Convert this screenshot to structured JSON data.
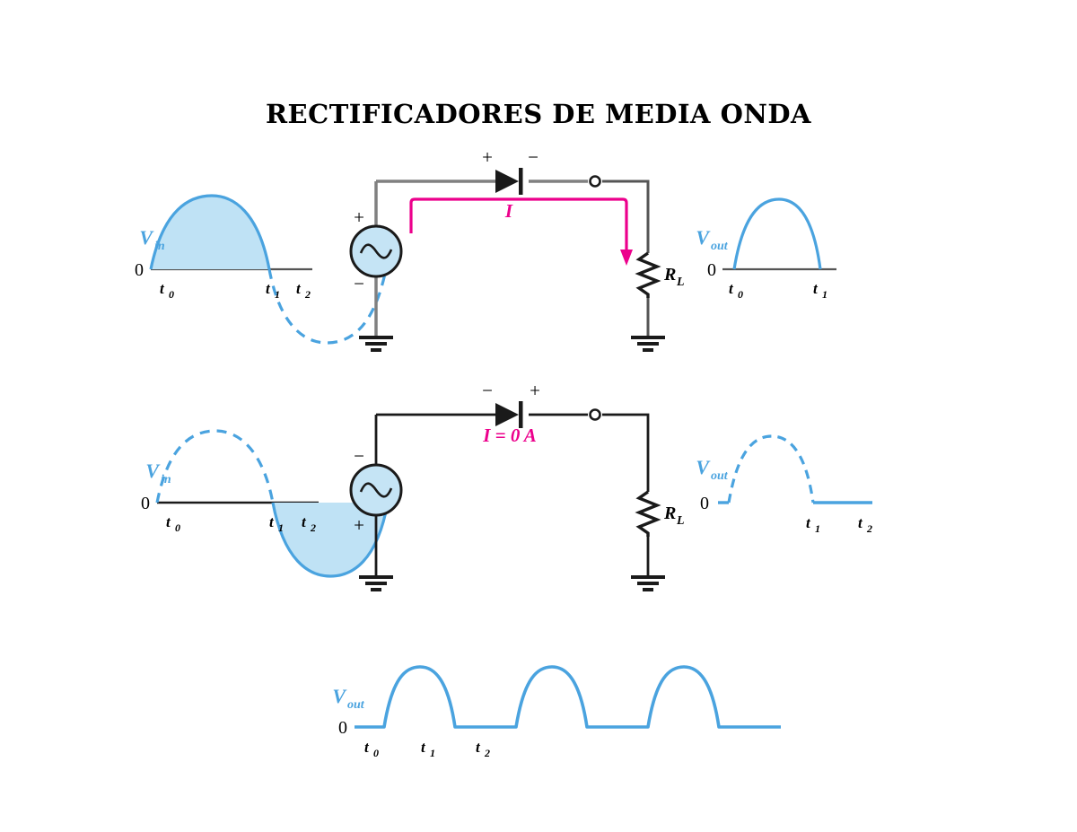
{
  "title": "RECTIFICADORES DE MEDIA ONDA",
  "colors": {
    "wave_stroke": "#4aa3df",
    "wave_fill": "#bfe2f5",
    "source_fill": "#c5e4f5",
    "current_magenta": "#ec008c",
    "wire_gray": "#808080",
    "wire_black": "#1a1a1a",
    "label_blue": "#4aa3df"
  },
  "figures": {
    "forward_bias": {
      "input_wave": {
        "label": "V",
        "label_sub": "in",
        "zero_label": "0",
        "ticks": [
          "t",
          "t",
          "t"
        ],
        "tick_subs": [
          "0",
          "1",
          "2"
        ],
        "solid_half": "positive",
        "filled": true
      },
      "circuit": {
        "source_plus": "+",
        "source_minus": "−",
        "source_icon": "ac-sine-icon",
        "diode_anode_sign": "+",
        "diode_cathode_sign": "−",
        "current_label": "I",
        "resistor_label": "R",
        "resistor_label_sub": "L",
        "ground_icon": "ground-icon",
        "terminal_icon": "open-terminal-icon"
      },
      "output_wave": {
        "label": "V",
        "label_sub": "out",
        "zero_label": "0",
        "ticks": [
          "t",
          "t"
        ],
        "tick_subs": [
          "0",
          "1"
        ]
      }
    },
    "reverse_bias": {
      "input_wave": {
        "label": "V",
        "label_sub": "in",
        "zero_label": "0",
        "ticks": [
          "t",
          "t",
          "t"
        ],
        "tick_subs": [
          "0",
          "1",
          "2"
        ],
        "solid_half": "negative",
        "filled": true
      },
      "circuit": {
        "source_plus": "+",
        "source_minus": "−",
        "source_icon": "ac-sine-icon",
        "diode_anode_sign": "−",
        "diode_cathode_sign": "+",
        "current_label": "I = 0 A",
        "resistor_label": "R",
        "resistor_label_sub": "L",
        "ground_icon": "ground-icon",
        "terminal_icon": "open-terminal-icon"
      },
      "output_wave": {
        "label": "V",
        "label_sub": "out",
        "zero_label": "0",
        "ticks": [
          "t",
          "t"
        ],
        "tick_subs": [
          "1",
          "2"
        ]
      }
    },
    "output_waveform": {
      "label": "V",
      "label_sub": "out",
      "zero_label": "0",
      "ticks": [
        "t",
        "t",
        "t"
      ],
      "tick_subs": [
        "0",
        "1",
        "2"
      ],
      "pulse_count": 3
    }
  },
  "chart_data": {
    "type": "line",
    "title": "RECTIFICADORES DE MEDIA ONDA",
    "xlabel": "",
    "ylabel": "",
    "series": [
      {
        "name": "Vin (forward-bias half cycle)",
        "description": "Full sine wave; positive half-cycle t0-t1 solid and shaded, negative half-cycle t1-t2 dashed",
        "x": [
          "t0",
          "t1",
          "t2"
        ],
        "values": [
          0,
          0,
          0
        ],
        "peak": 1,
        "trough": -1
      },
      {
        "name": "Vout (forward-bias half cycle)",
        "description": "One positive half-cycle from t0 to t1, zero thereafter",
        "x": [
          "t0",
          "t1"
        ],
        "values": [
          0,
          0
        ],
        "peak": 1
      },
      {
        "name": "Vin (reverse-bias half cycle)",
        "description": "Full sine wave; positive half-cycle t0-t1 dashed, negative half-cycle t1-t2 solid and shaded",
        "x": [
          "t0",
          "t1",
          "t2"
        ],
        "values": [
          0,
          0,
          0
        ],
        "peak": 1,
        "trough": -1
      },
      {
        "name": "Vout (reverse-bias half cycle)",
        "description": "Dashed positive hump up to t1, then solid zero line from t1 to t2",
        "x": [
          "t1",
          "t2"
        ],
        "values": [
          0,
          0
        ],
        "peak": 1
      },
      {
        "name": "Vout (full half-wave rectified output)",
        "description": "Three positive half-sine pulses separated by zero intervals",
        "x": [
          "t0",
          "t1",
          "t2"
        ],
        "values": [
          0,
          0,
          0
        ],
        "peak": 1,
        "pulses": 3
      }
    ],
    "legend_position": "none",
    "grid": false
  }
}
